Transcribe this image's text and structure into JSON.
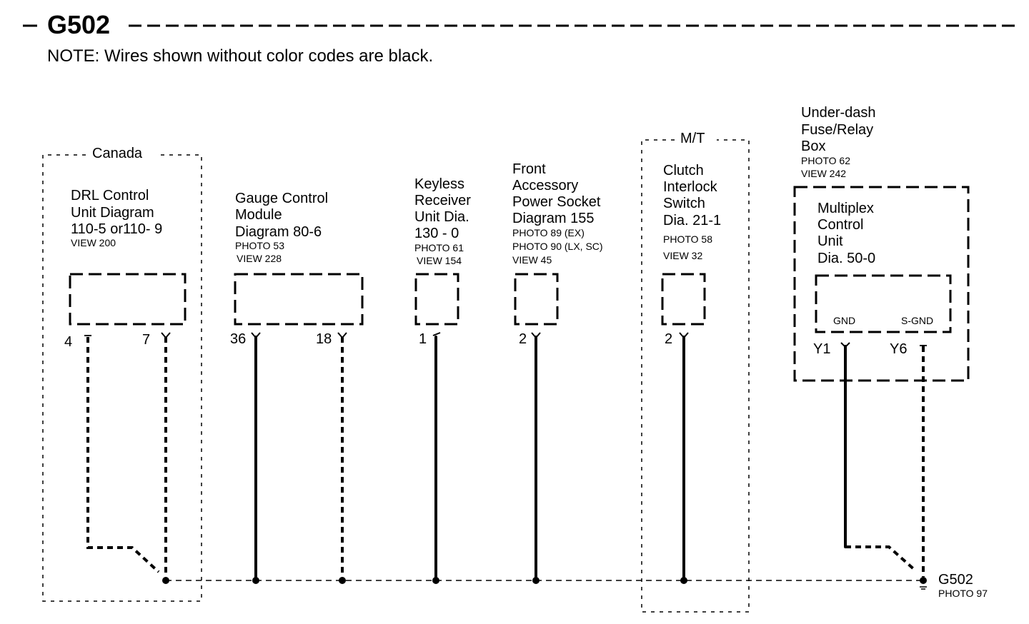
{
  "header": {
    "title": "G502",
    "note": "NOTE: Wires shown without color codes are black."
  },
  "regions": {
    "canada": "Canada",
    "mt": "M/T"
  },
  "components": {
    "drl": {
      "lines": [
        "DRL Control",
        "Unit Diagram",
        "110-5 or110- 9"
      ],
      "refs": [
        "VIEW 200"
      ],
      "pins": [
        "4",
        "7"
      ]
    },
    "gauge": {
      "lines": [
        "Gauge Control",
        "Module",
        "Diagram 80-6"
      ],
      "refs": [
        "PHOTO 53",
        "VIEW 228"
      ],
      "pins": [
        "36",
        "18"
      ]
    },
    "keyless": {
      "lines": [
        "Keyless",
        "Receiver",
        "Unit Dia.",
        "130 - 0"
      ],
      "refs": [
        "PHOTO 61",
        "VIEW 154"
      ],
      "pins": [
        "1"
      ]
    },
    "front": {
      "lines": [
        "Front",
        "Accessory",
        "Power Socket",
        "Diagram 155"
      ],
      "refs": [
        "PHOTO 89 (EX)",
        "PHOTO 90 (LX, SC)",
        "VIEW 45"
      ],
      "pins": [
        "2"
      ]
    },
    "clutch": {
      "lines": [
        "Clutch",
        "Interlock",
        "Switch",
        "Dia. 21-1"
      ],
      "refs": [
        "PHOTO 58",
        "VIEW 32"
      ],
      "pins": [
        "2"
      ]
    },
    "underdash": {
      "lines": [
        "Under-dash",
        "Fuse/Relay",
        "Box"
      ],
      "refs": [
        "PHOTO 62",
        "VIEW 242"
      ]
    },
    "multiplex": {
      "lines": [
        "Multiplex",
        "Control",
        "Unit",
        "Dia. 50-0"
      ],
      "terminals": [
        "GND",
        "S-GND"
      ],
      "pins": [
        "Y1",
        "Y6"
      ]
    }
  },
  "ground": {
    "label": "G502",
    "ref": "PHOTO 97"
  }
}
